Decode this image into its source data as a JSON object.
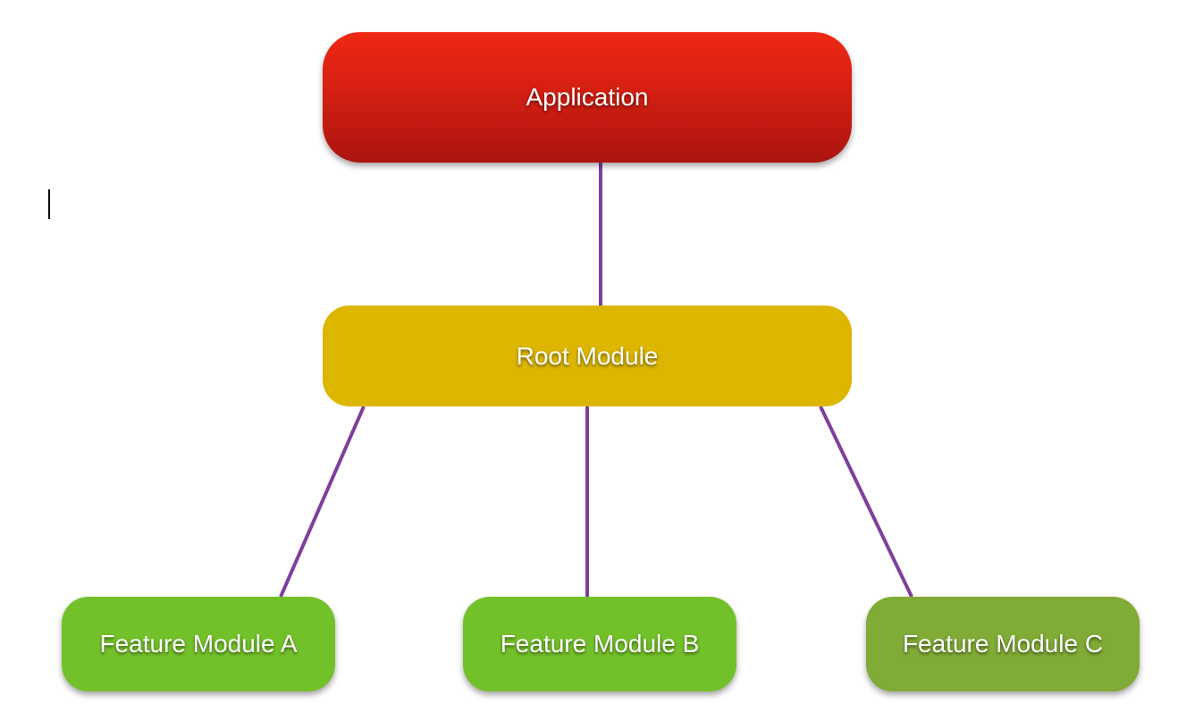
{
  "nodes": {
    "application": {
      "label": "Application",
      "color": "#d41f12"
    },
    "root_module": {
      "label": "Root Module",
      "color": "#dcb600"
    },
    "feature_a": {
      "label": "Feature Module A",
      "color": "#73c12a"
    },
    "feature_b": {
      "label": "Feature Module B",
      "color": "#73c12a"
    },
    "feature_c": {
      "label": "Feature Module C",
      "color": "#7fab36"
    }
  },
  "connector_color": "#7e3f9d"
}
